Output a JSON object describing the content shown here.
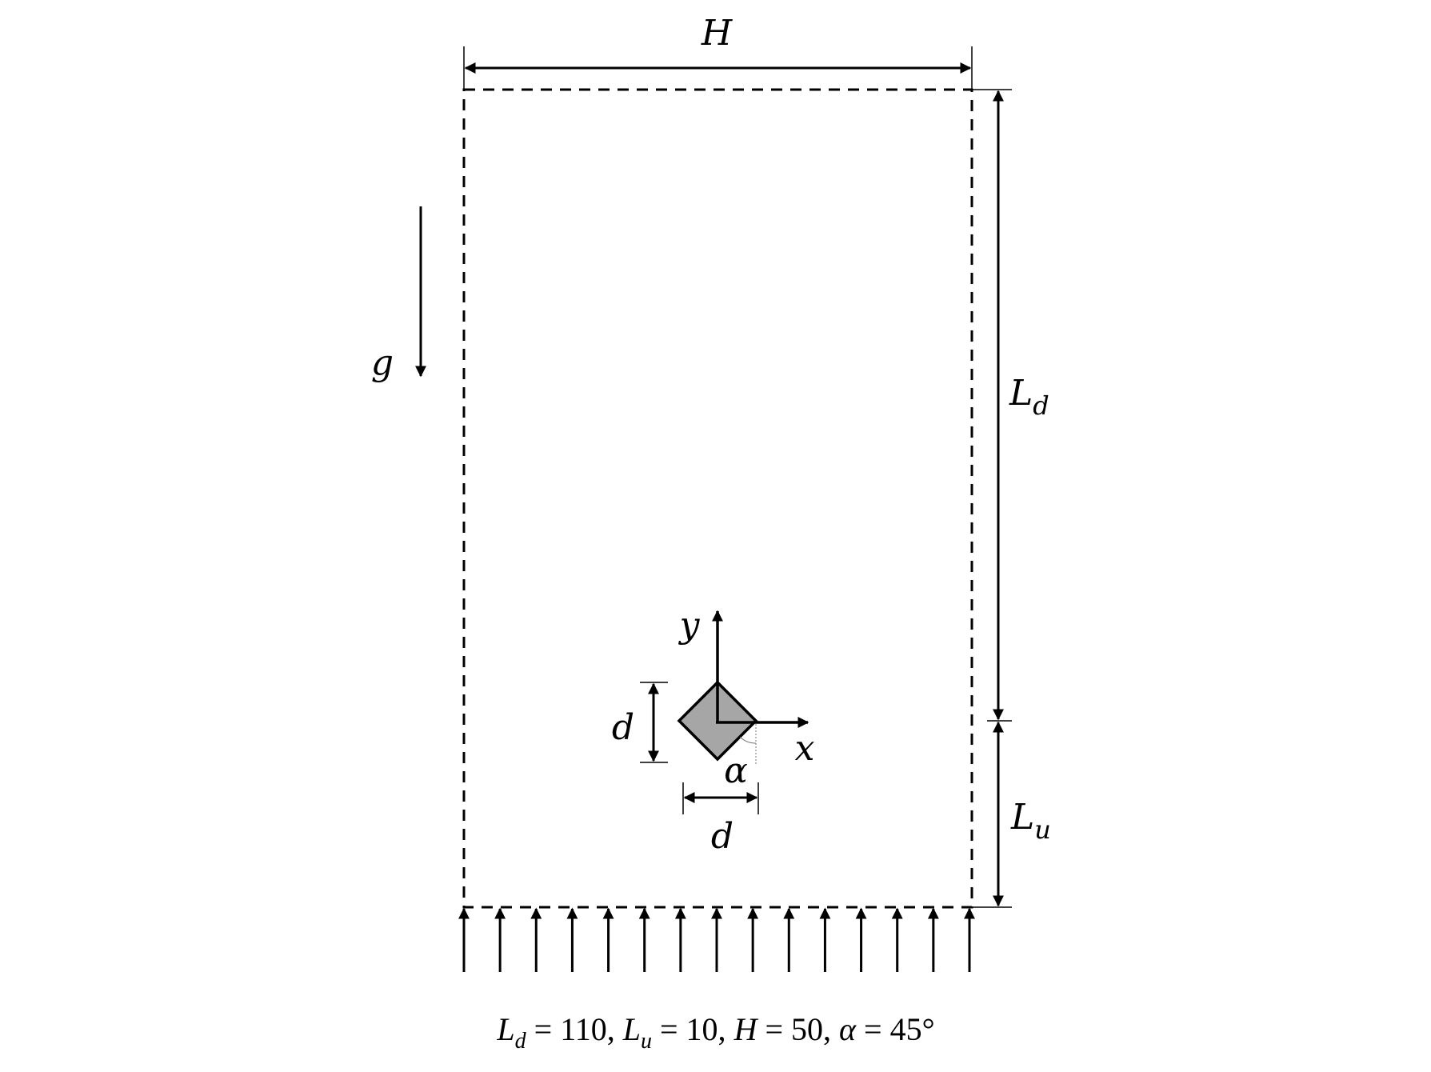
{
  "labels": {
    "H": "H",
    "g": "g",
    "L_d": {
      "main": "L",
      "sub": "d"
    },
    "L_u": {
      "main": "L",
      "sub": "u"
    },
    "y": "y",
    "x": "x",
    "d_vertical": "d",
    "d_horizontal": "d",
    "alpha": "α"
  },
  "caption": [
    {
      "main": "L",
      "sub": "d",
      "rest": " = 110, "
    },
    {
      "main": "L",
      "sub": "u",
      "rest": " = 10, "
    },
    {
      "main": "H",
      "sub": "",
      "rest": " = 50, "
    },
    {
      "main": "α",
      "sub": "",
      "rest": " = 45°"
    }
  ],
  "colors": {
    "stroke": "#000000",
    "obstacle_fill": "#a6a6a6"
  },
  "inflow_arrow_count": 15
}
